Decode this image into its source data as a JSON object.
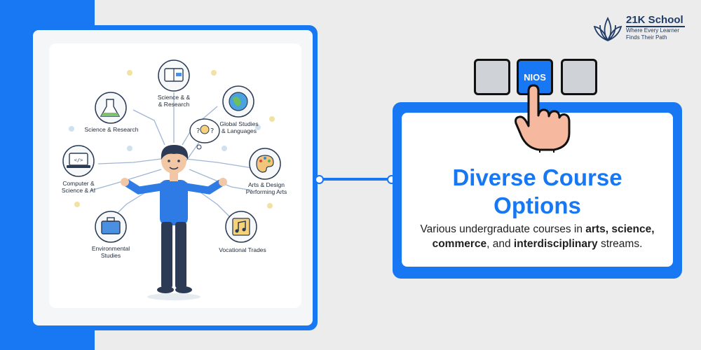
{
  "brand": {
    "name": "21K School",
    "tagline_line1": "Where Every Learner",
    "tagline_line2": "Finds Their Path"
  },
  "keys": [
    "",
    "NIOS",
    ""
  ],
  "card": {
    "title_line1": "Diverse Course",
    "title_line2": "Options",
    "desc_pre": "Various undergraduate courses in ",
    "desc_b1": "arts,",
    "desc_mid1": " ",
    "desc_b2": "science, commerce",
    "desc_mid2": ", and ",
    "desc_b3": "interdisciplinary",
    "desc_post": " streams."
  },
  "illustration": {
    "labels": {
      "science_top_l1": "Science & &",
      "science_top_l2": "& Research",
      "science_research": "Science & Research",
      "global_l1": "Global Studies",
      "global_l2": "& Languages",
      "computer_l1": "Computer &",
      "computer_l2": "Science & AI",
      "arts_l1": "Arts & Design",
      "arts_l2": "Performing Arts",
      "env_l1": "Environmental",
      "env_l2": "Studies",
      "vocational": "Vocational Trades"
    }
  },
  "colors": {
    "accent": "#1877f2",
    "brand_text": "#1f3b66",
    "background": "#ececec"
  }
}
